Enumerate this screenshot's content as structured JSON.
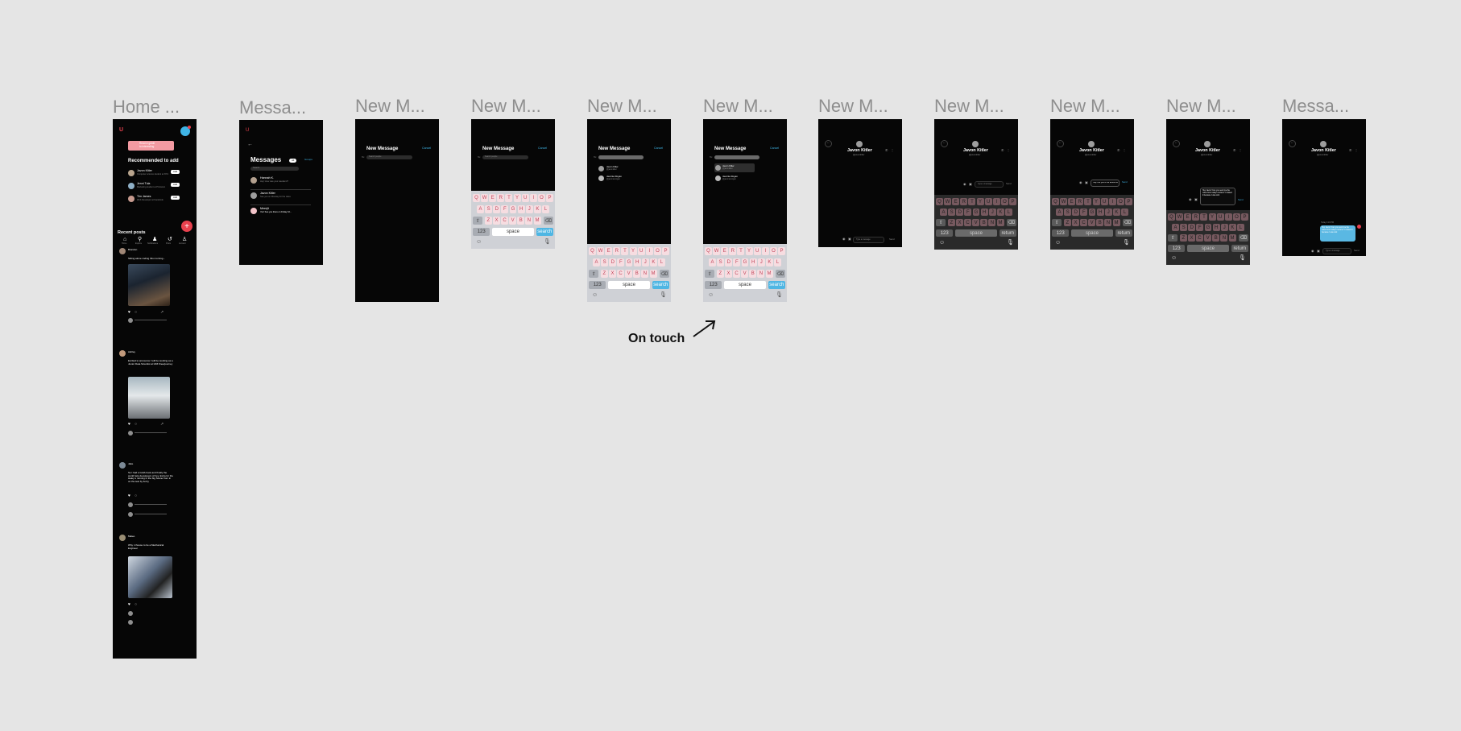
{
  "canvas": {
    "background": "#e5e5e5"
  },
  "frames": [
    {
      "title": "Home ..."
    },
    {
      "title": "Messa..."
    },
    {
      "title": "New M..."
    },
    {
      "title": "New M..."
    },
    {
      "title": "New M..."
    },
    {
      "title": "New M..."
    },
    {
      "title": "New M..."
    },
    {
      "title": "New M..."
    },
    {
      "title": "New M..."
    },
    {
      "title": "New M..."
    },
    {
      "title": "Messa..."
    }
  ],
  "annotation": {
    "label": "On touch",
    "arrow_icon": "arrow-up-right-icon"
  },
  "home": {
    "logo": "U",
    "promo_line1": "Read & guide",
    "promo_line2": "to interesting",
    "recommended_title": "Recommended to add",
    "suggestions": [
      {
        "name": "Javon Kitler",
        "sub": "Computer science student at NYU",
        "btn": "Add"
      },
      {
        "name": "Jenni Tula",
        "sub": "Marketing student at Princeton",
        "btn": "Add"
      },
      {
        "name": "Tim James",
        "sub": "Web Developer at Facebook",
        "btn": "Add"
      }
    ],
    "recent_posts_title": "Recent posts",
    "nav": [
      "Home",
      "Explore",
      "Notifications",
      "Posts",
      "Account"
    ],
    "posts": [
      {
        "name": "Brandon",
        "text": "Sitting alone coding this morning..."
      },
      {
        "name": "Ashley",
        "text": "Excited to announce I will be working as a Junior Data Scientist at GM! #newjourney"
      },
      {
        "name": "Jake",
        "text": "So I had a GAIA book and finally the world help developers of hey. Extra for the Haley s running in the big Scene from in on the test by fuzzy"
      },
      {
        "name": "Mateo",
        "text": "Why I choose to be a Mechanical Engineer"
      }
    ],
    "fab": "+",
    "accent": "#e8414e"
  },
  "messages": {
    "title": "Messages",
    "tab_all": "All",
    "tab_groups": "Groups",
    "search_placeholder": "Search",
    "threads": [
      {
        "name": "Hannah K.",
        "preview": "Hey! How was your weekend?"
      },
      {
        "name": "Javon Kitler",
        "preview": "See you on Monday for the class"
      },
      {
        "name": "Meerjit",
        "preview": "Yes! See you there on Friday 10..."
      }
    ]
  },
  "new_message": {
    "title": "New Message",
    "cancel": "Cancel",
    "to_label": "To:",
    "search_placeholder": "Search people",
    "results": [
      {
        "name": "Javon Kitler",
        "handle": "@javonkitler"
      },
      {
        "name": "Javonte Rogan",
        "handle": "@javonteroogan"
      }
    ]
  },
  "keyboard": {
    "row1": [
      "Q",
      "W",
      "E",
      "R",
      "T",
      "Y",
      "U",
      "I",
      "O",
      "P"
    ],
    "row2": [
      "A",
      "S",
      "D",
      "F",
      "G",
      "H",
      "J",
      "K",
      "L"
    ],
    "row3": [
      "Z",
      "X",
      "C",
      "V",
      "B",
      "N",
      "M"
    ],
    "num": "123",
    "space": "space",
    "search": "search",
    "return": "return"
  },
  "chat": {
    "name": "Javon Kitler",
    "handle": "@javonkitler",
    "input_placeholder": "Type a message",
    "draft": "Hey! Are you in the lecture today?",
    "send": "Send",
    "sent_message": "Hey Javon! Can you send me the notes from today's lecture? I missed it because I was sick",
    "timestamp": "Today 4:16 PM"
  }
}
